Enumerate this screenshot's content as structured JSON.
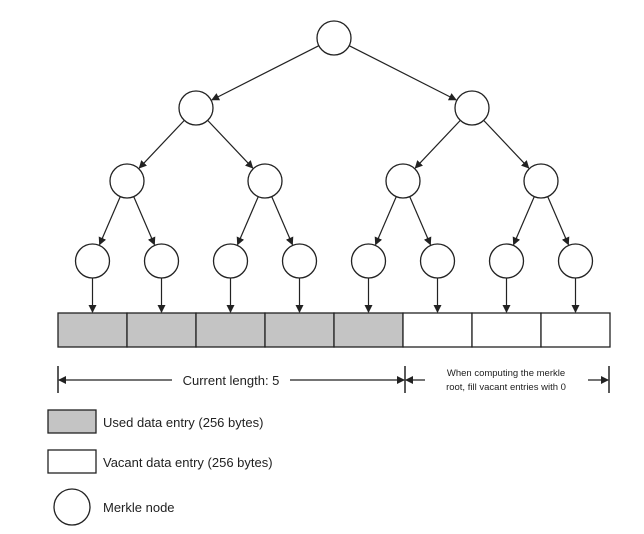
{
  "diagram": {
    "tree_depth": 3,
    "total_entries": 8,
    "used_entries": 5,
    "used_color": "#c4c4c4",
    "vacant_color": "#ffffff",
    "current_length_label": "Current length: 5",
    "vacant_note_line1": "When computing the merkle",
    "vacant_note_line2": "root, fill vacant entries with 0"
  },
  "legend": {
    "used": "Used data entry (256 bytes)",
    "vacant": "Vacant data entry (256 bytes)",
    "node": "Merkle node"
  }
}
